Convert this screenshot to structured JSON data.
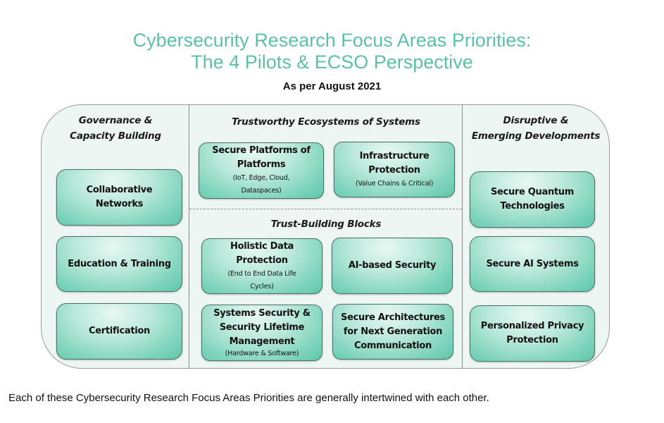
{
  "header": {
    "title_line1": "Cybersecurity Research Focus Areas Priorities:",
    "title_line2": "The 4 Pilots & ECSO Perspective",
    "subtitle": "As per August 2021"
  },
  "colors": {
    "title": "#5cc0a8",
    "frame_background": "#edf6f3",
    "box_fill_dark": "#5ec7ab",
    "box_fill_light": "#e8f8f3",
    "box_border": "#4c6f64",
    "divider": "#8a8a8a"
  },
  "columns": {
    "governance": {
      "heading_line1": "Governance &",
      "heading_line2": "Capacity Building",
      "items": [
        {
          "label_line1": "Collaborative",
          "label_line2": "Networks"
        },
        {
          "label_line1": "Education & Training"
        },
        {
          "label_line1": "Certification"
        }
      ]
    },
    "center": {
      "top_section": {
        "heading": "Trustworthy Ecosystems of Systems",
        "items": [
          {
            "label_line1": "Secure Platforms of",
            "label_line2": "Platforms",
            "detail_line1": "(IoT, Edge, Cloud,",
            "detail_line2": "Dataspaces)"
          },
          {
            "label_line1": "Infrastructure",
            "label_line2": "Protection",
            "detail_line1": "(Value Chains & Critical)"
          }
        ]
      },
      "bottom_section": {
        "heading": "Trust-Building Blocks",
        "items": [
          {
            "label_line1": "Holistic Data",
            "label_line2": "Protection",
            "detail_line1": "(End to End Data Life",
            "detail_line2": "Cycles)"
          },
          {
            "label_line1": "AI-based Security"
          },
          {
            "label_line1": "Systems Security &",
            "label_line2": "Security Lifetime",
            "label_line3": "Management",
            "detail_line1": "(Hardware & Software)"
          },
          {
            "label_line1": "Secure Architectures",
            "label_line2": "for Next Generation",
            "label_line3": "Communication"
          }
        ]
      }
    },
    "disruptive": {
      "heading_line1": "Disruptive &",
      "heading_line2": "Emerging Developments",
      "items": [
        {
          "label_line1": "Secure Quantum",
          "label_line2": "Technologies"
        },
        {
          "label_line1": "Secure AI Systems"
        },
        {
          "label_line1": "Personalized Privacy",
          "label_line2": "Protection"
        }
      ]
    }
  },
  "footer": {
    "note": "Each of these Cybersecurity Research Focus Areas Priorities are generally intertwined with each other."
  }
}
